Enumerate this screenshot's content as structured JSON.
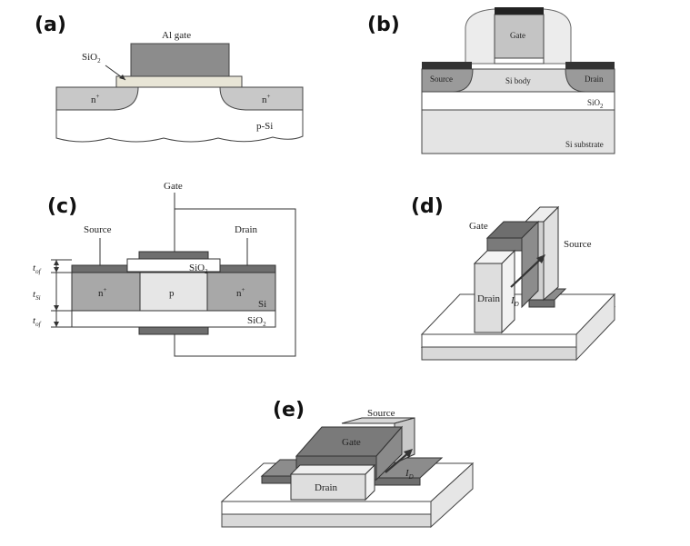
{
  "panels": {
    "a": {
      "label": "(a)",
      "al_gate": "Al gate",
      "sio2": "SiO",
      "sio2_sub": "2",
      "n_left": "n",
      "n_right": "n",
      "plus": "+",
      "psi": "p-Si"
    },
    "b": {
      "label": "(b)",
      "gate": "Gate",
      "source": "Source",
      "drain": "Drain",
      "si_body": "Si body",
      "sio2": "SiO",
      "sio2_sub": "2",
      "si_substrate": "Si substrate"
    },
    "c": {
      "label": "(c)",
      "gate": "Gate",
      "source": "Source",
      "drain": "Drain",
      "sio2_top": "SiO",
      "sio2_top_sub": "2",
      "sio2_bot": "SiO",
      "sio2_bot_sub": "2",
      "n_left": "n",
      "n_right": "n",
      "plus": "+",
      "p": "p",
      "si": "Si",
      "tox_t": "t",
      "tox_sub": "of",
      "tsi_t": "t",
      "tsi_sub": "Si",
      "tox2_t": "t",
      "tox2_sub": "of"
    },
    "d": {
      "label": "(d)",
      "gate": "Gate",
      "source": "Source",
      "drain": "Drain",
      "id": "I",
      "id_sub": "D"
    },
    "e": {
      "label": "(e)",
      "source": "Source",
      "gate": "Gate",
      "drain": "Drain",
      "id": "I",
      "id_sub": "D"
    }
  },
  "colors": {
    "gate_gray": "#8c8c8c",
    "dark_gray": "#5a5a5a",
    "light_gray": "#d3d3d3",
    "pale": "#eeeeee",
    "oxide": "#e6e3d6",
    "black": "#222222"
  }
}
